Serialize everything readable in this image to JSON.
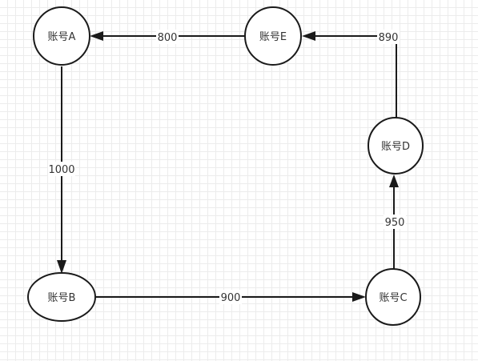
{
  "nodes": {
    "a": "账号A",
    "b": "账号B",
    "c": "账号C",
    "d": "账号D",
    "e": "账号E"
  },
  "edges": {
    "a_to_b": "1000",
    "b_to_c": "900",
    "c_to_d": "950",
    "d_to_e": "890",
    "e_to_a": "800"
  },
  "colors": {
    "line": "#1a1a1a",
    "grid": "#ececec",
    "text": "#333333"
  }
}
